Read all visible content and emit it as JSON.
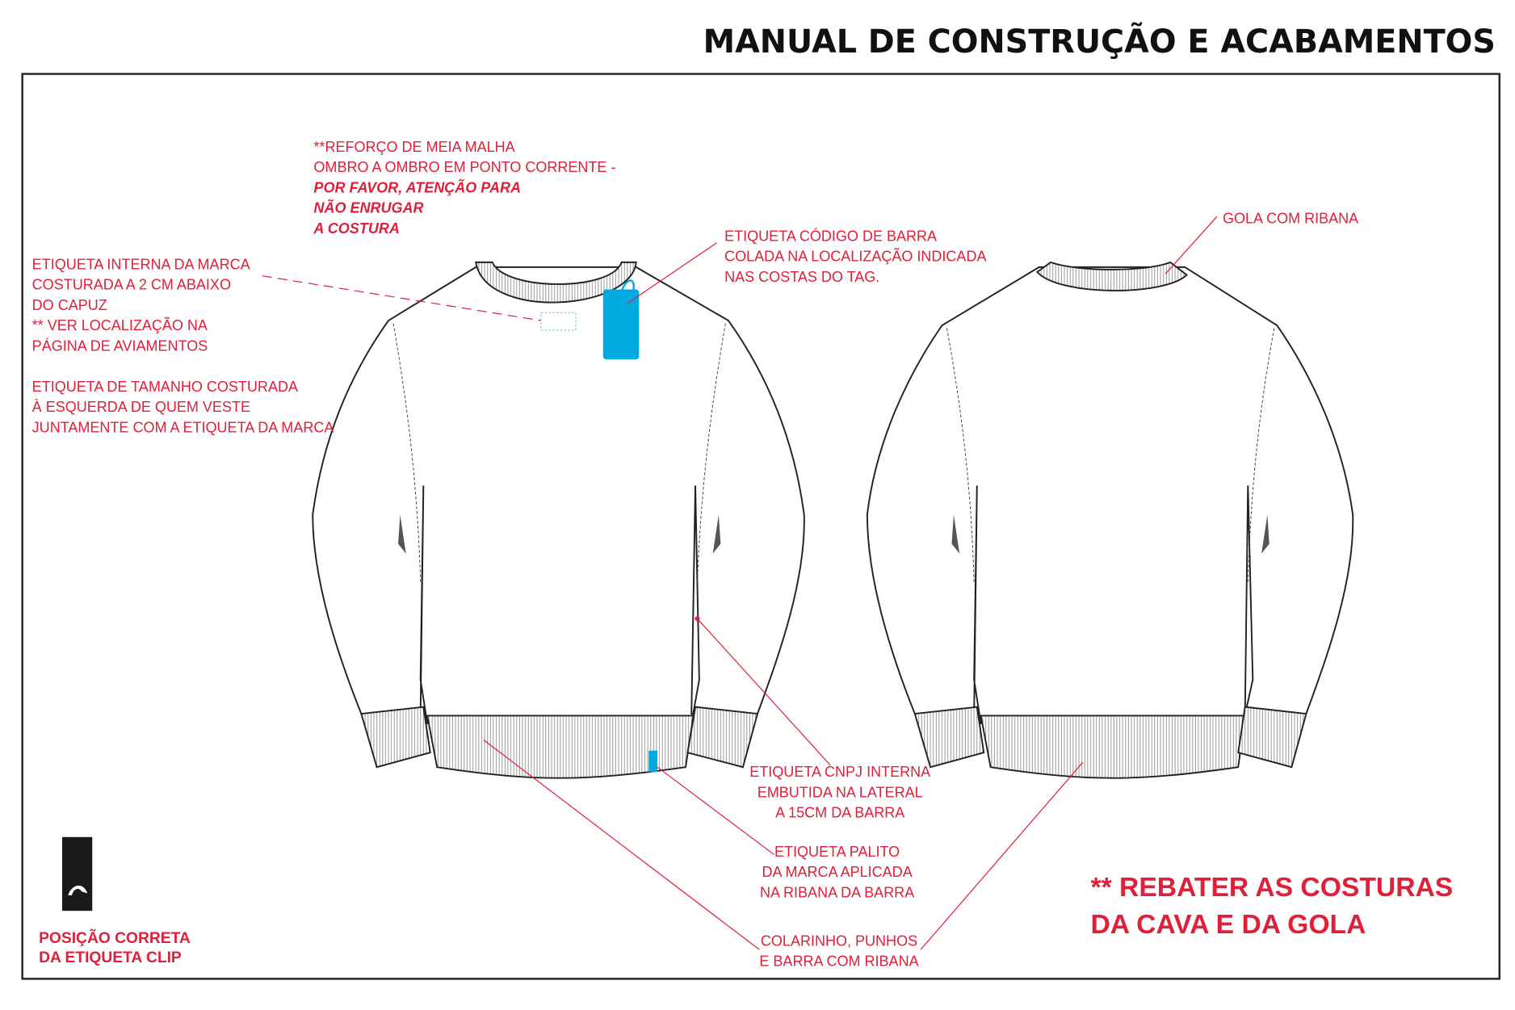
{
  "header": {
    "title": "MANUAL DE CONSTRUÇÃO E ACABAMENTOS"
  },
  "notes": {
    "reforco": [
      "**REFORÇO DE MEIA MALHA",
      "OMBRO A OMBRO EM PONTO CORRENTE -"
    ],
    "reforco_emphasis": [
      "POR FAVOR, ATENÇÃO PARA",
      "NÃO ENRUGAR",
      "A COSTURA"
    ],
    "etiqueta_interna": [
      "ETIQUETA INTERNA DA MARCA",
      "COSTURADA A 2 CM ABAIXO",
      "DO CAPUZ",
      "** VER LOCALIZAÇÃO NA",
      "PÁGINA DE AVIAMENTOS"
    ],
    "etiqueta_tamanho": [
      "ETIQUETA DE TAMANHO COSTURADA",
      "À ESQUERDA DE QUEM VESTE",
      "JUNTAMENTE COM A ETIQUETA DA MARCA"
    ],
    "codigo_barra": [
      "ETIQUETA CÓDIGO DE BARRA",
      "COLADA NA  LOCALIZAÇÃO INDICADA",
      "NAS COSTAS DO TAG."
    ],
    "gola": [
      "GOLA COM RIBANA"
    ],
    "cnpj": [
      "ETIQUETA CNPJ INTERNA",
      "EMBUTIDA NA LATERAL",
      "A 15CM DA BARRA"
    ],
    "palito": [
      "ETIQUETA PALITO",
      "DA MARCA APLICADA",
      "NA RIBANA DA BARRA"
    ],
    "ribana": [
      "COLARINHO, PUNHOS",
      "E BARRA COM RIBANA"
    ],
    "rebater": [
      "** REBATER AS COSTURAS",
      "DA CAVA E DA GOLA"
    ],
    "clip": [
      "POSIÇÃO CORRETA",
      "DA ETIQUETA CLIP"
    ]
  },
  "colors": {
    "accent": "#e0203a",
    "tag": "#00a9e0"
  }
}
